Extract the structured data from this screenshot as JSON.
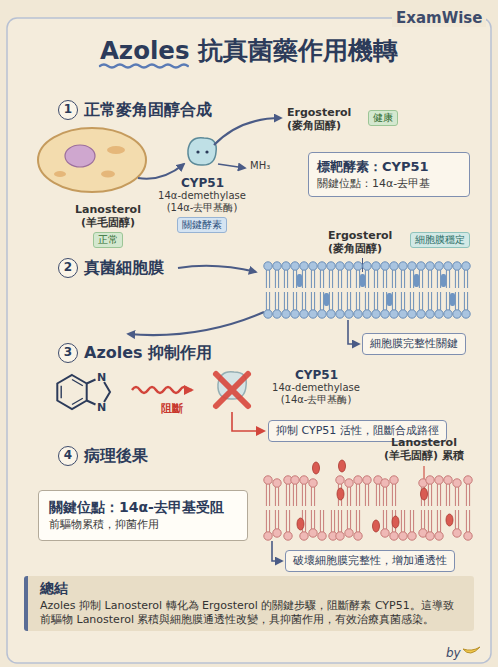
{
  "diagram": {
    "title": "Azoles 抗真菌藥作用機轉",
    "nodes": [
      {
        "text": [
          "1"
        ]
      },
      {
        "text": [
          "正常"
        ]
      },
      {
        "text": [
          "關鍵酵素"
        ]
      },
      {
        "text": [
          "健康"
        ]
      },
      {
        "text": [
          "標靶酵素：CYP51",
          "關鍵位點：14α-去甲基"
        ]
      },
      {
        "text": [
          "2"
        ]
      },
      {
        "text": [
          "細胞膜穩定"
        ]
      },
      {
        "text": [
          "細胞膜完整性關鍵"
        ]
      },
      {
        "text": [
          "3"
        ]
      },
      {
        "text": [
          "抑制 CYP51 活性，阻斷合成路徑"
        ]
      },
      {
        "text": [
          "4"
        ]
      },
      {
        "text": [
          "關鍵位點：14α-去甲基受阻",
          "前驅物累積，抑菌作用"
        ]
      },
      {
        "text": [
          "破壞細胞膜完整性，增加通透性"
        ]
      },
      {
        "text": [
          "總結",
          "Azoles 抑制 Lanosterol 轉化為 Ergosterol 的關鍵步驟，阻斷酵素 CYP51。這導致前驅物 Lanosterol 累積與細胞膜通透性改變，具抑菌作用，有效治療真菌感染。"
        ]
      }
    ],
    "labels": [
      "ExamWise",
      "正常麥角固醇合成",
      "Ergosterol (麥角固醇)",
      "CYP51",
      "14α-demethylase (14α-去甲基酶)",
      "MH₃",
      "Lanosterol (羊毛固醇)",
      "真菌細胞膜",
      "Ergosterol (麥角固醇)",
      "Azoles 抑制作用",
      "N",
      "N",
      "阻斷",
      "CYP51",
      "14α-demethylase (14α-去甲基酶)",
      "病理後果",
      "Lanosterol (羊毛固醇) 累積",
      "by"
    ]
  }
}
